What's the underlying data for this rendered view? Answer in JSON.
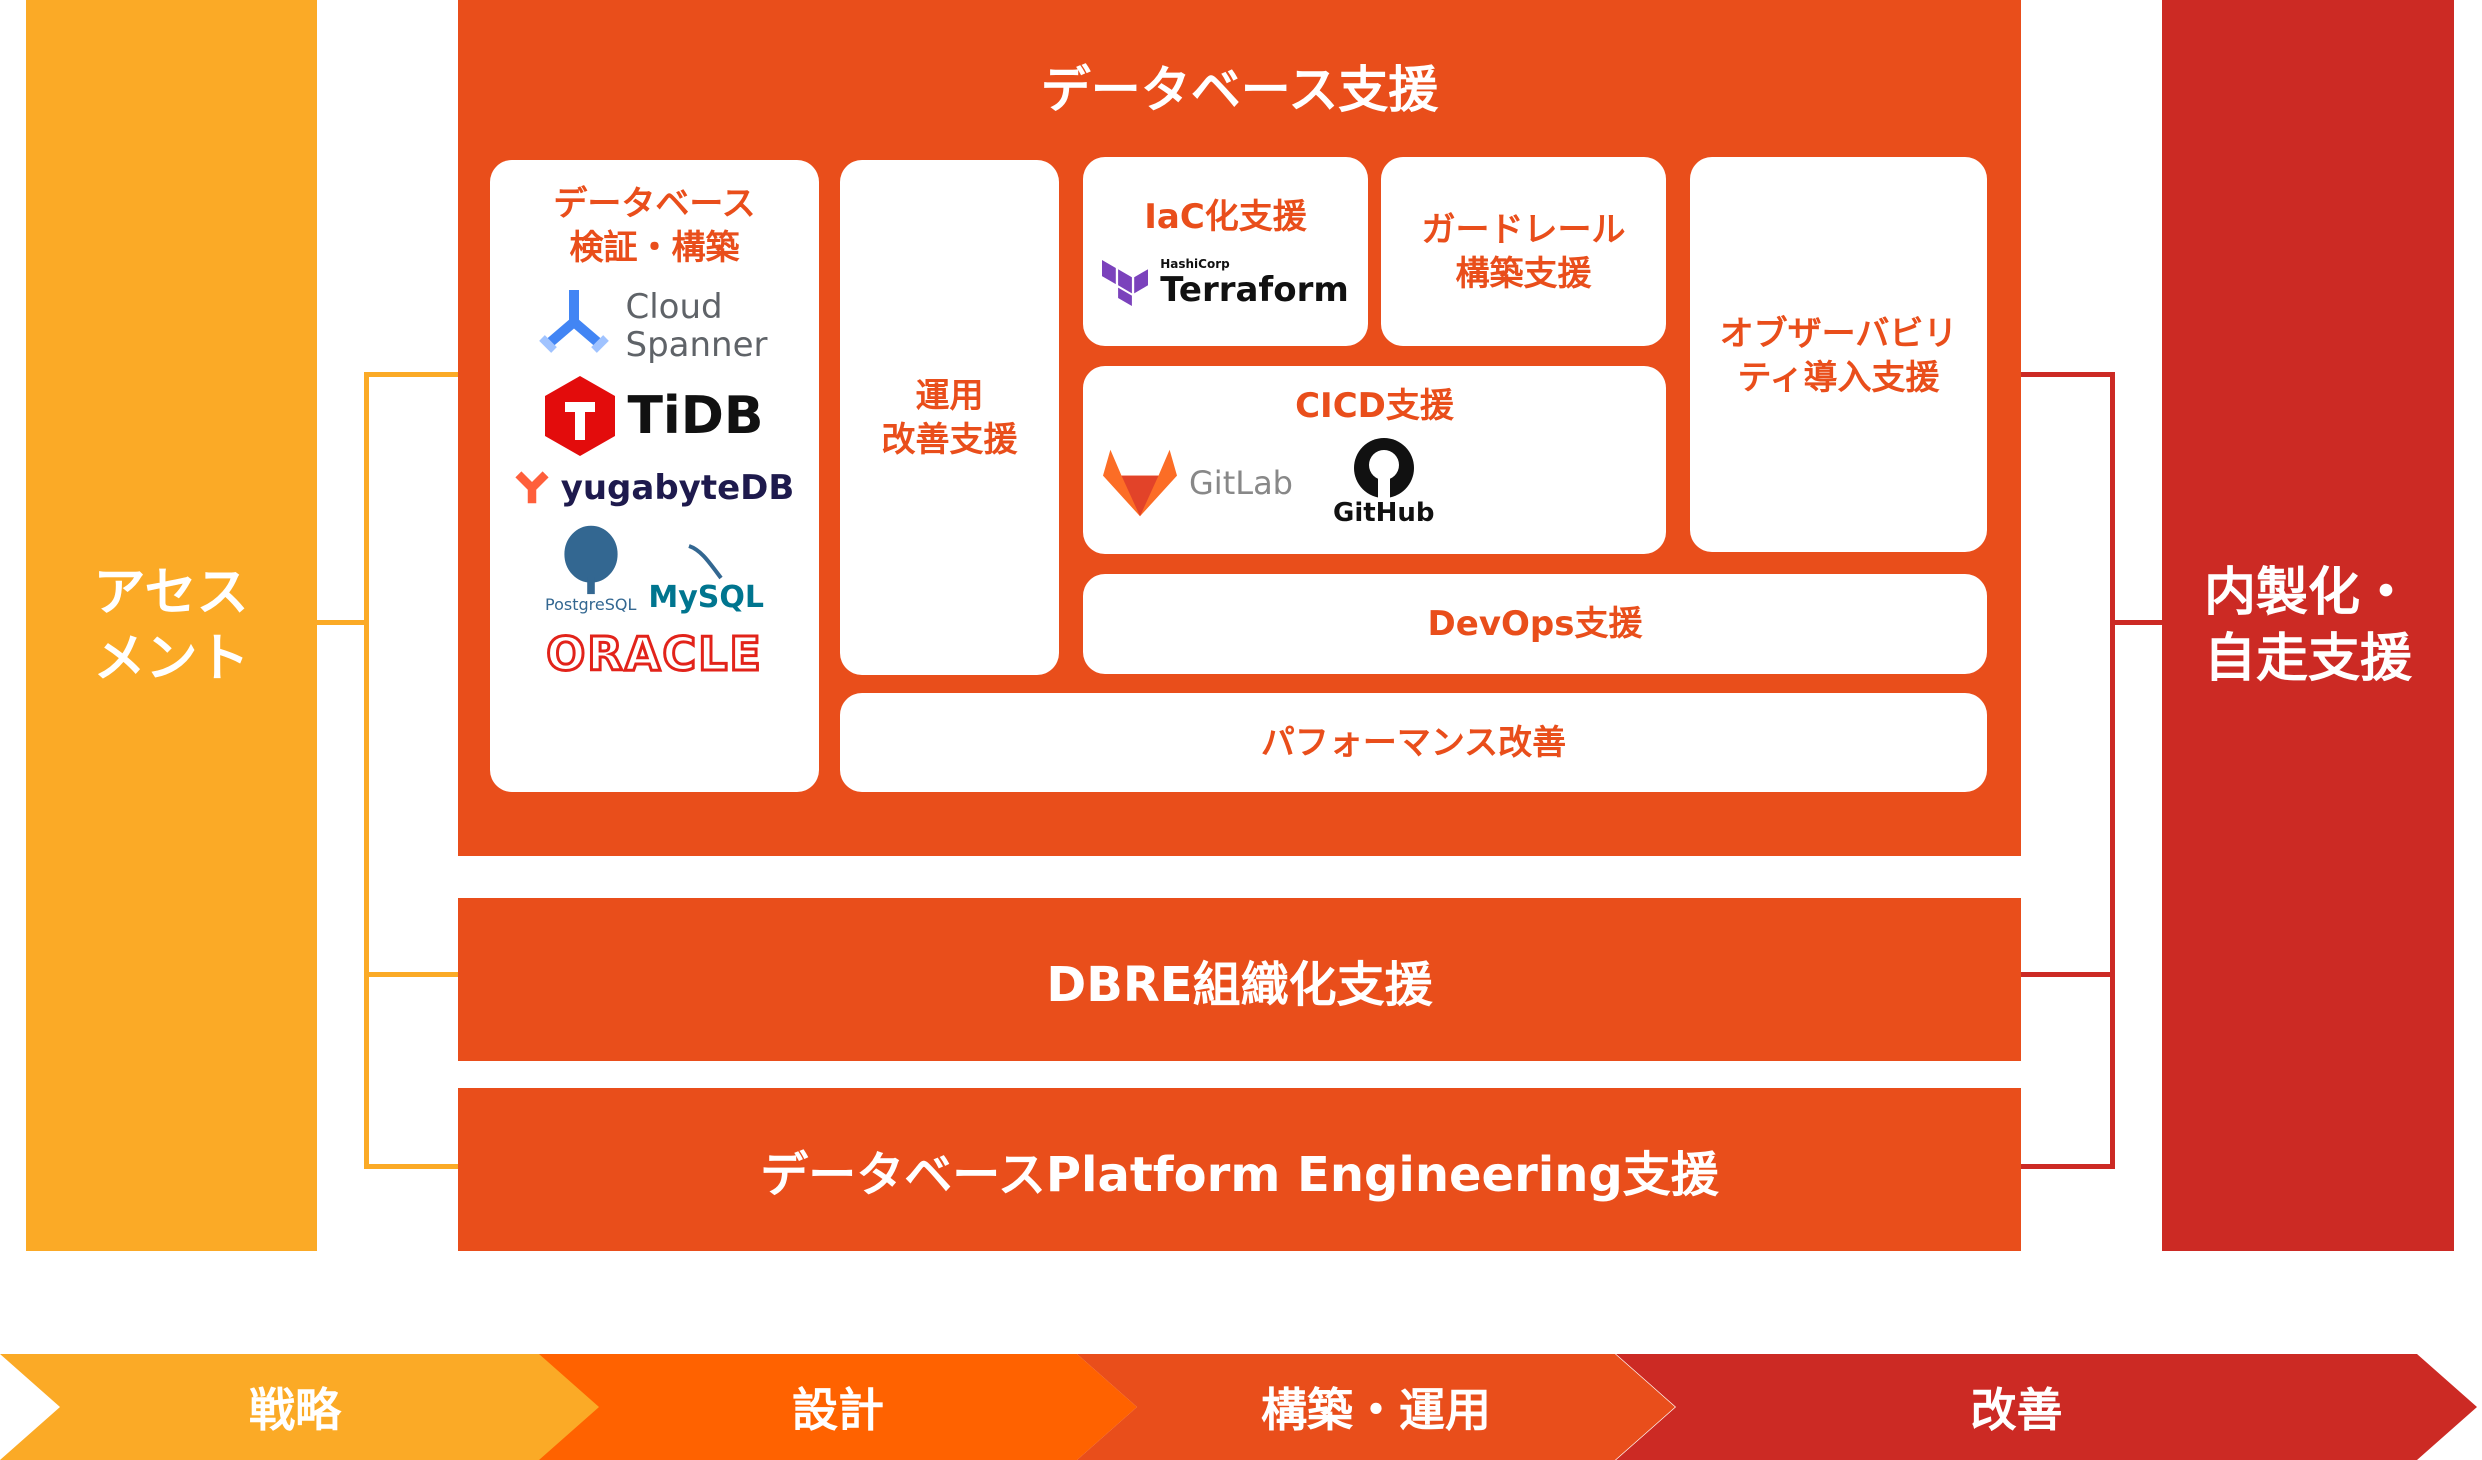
{
  "left_column": {
    "label": "アセス\nメント",
    "color": "#FBAA26"
  },
  "right_column": {
    "label": "内製化・\n自走支援",
    "color": "#CC2A24"
  },
  "main": {
    "title": "データベース支援",
    "color": "#E94E1B",
    "cards": {
      "db_build": {
        "title": "データベース\n検証・構築",
        "logos": [
          "Cloud Spanner",
          "TiDB",
          "yugabyteDB",
          "PostgreSQL",
          "MySQL",
          "ORACLE"
        ]
      },
      "ops": {
        "title": "運用\n改善支援"
      },
      "iac": {
        "title": "IaC化支援",
        "logo_sub": "HashiCorp",
        "logo": "Terraform"
      },
      "guardrail": {
        "title": "ガードレール\n構築支援"
      },
      "observability": {
        "title": "オブザーバビリ\nティ導入支援"
      },
      "cicd": {
        "title": "CICD支援",
        "logos": [
          "GitLab",
          "GitHub"
        ]
      },
      "devops": {
        "title": "DevOps支援"
      },
      "performance": {
        "title": "パフォーマンス改善"
      }
    }
  },
  "bars": {
    "dbre": "DBRE組織化支援",
    "platform": "データベースPlatform Engineering支援"
  },
  "phases": [
    {
      "label": "戦略",
      "color": "#FBAA26"
    },
    {
      "label": "設計",
      "color": "#FF6200"
    },
    {
      "label": "構築・運用",
      "color": "#E94E1B"
    },
    {
      "label": "改善",
      "color": "#CC2A24"
    }
  ]
}
